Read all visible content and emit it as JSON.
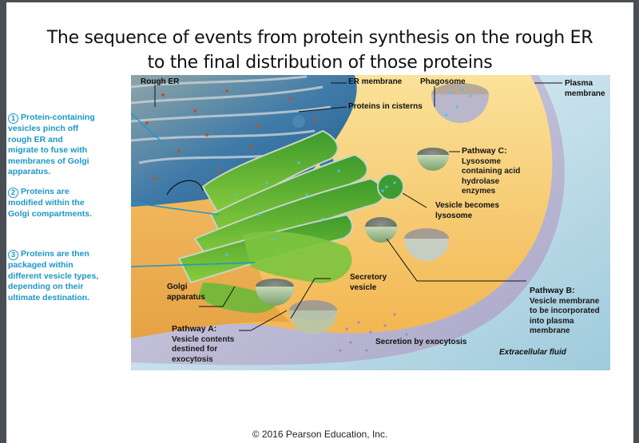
{
  "title": {
    "line1": "The sequence of events from protein synthesis on the rough ER",
    "line2": "to the final distribution of those proteins"
  },
  "steps": [
    {
      "number": "1",
      "text": "Protein-containing vesicles pinch off rough ER and migrate to fuse with membranes of Golgi apparatus.",
      "lines": [
        "Protein-containing",
        "vesicles pinch off",
        "rough ER and",
        "migrate to fuse with",
        "membranes of Golgi",
        "apparatus."
      ]
    },
    {
      "number": "2",
      "text": "Proteins are modified within the Golgi compartments.",
      "lines": [
        "Proteins are",
        "modified within the",
        "Golgi compartments."
      ]
    },
    {
      "number": "3",
      "text": "Proteins are then packaged within different vesicle types, depending on their ultimate destination.",
      "lines": [
        "Proteins are then",
        "packaged within",
        "different vesicle types,",
        "depending on their",
        "ultimate destination."
      ]
    }
  ],
  "labels": {
    "rough_er": "Rough ER",
    "er_membrane": "ER membrane",
    "proteins_in_cisterns": "Proteins in cisterns",
    "phagosome": "Phagosome",
    "plasma_membrane": [
      "Plasma",
      "membrane"
    ],
    "pathway_c": {
      "head": "Pathway C:",
      "lines": [
        "Lysosome",
        "containing acid",
        "hydrolase",
        "enzymes"
      ]
    },
    "vesicle_becomes_lysosome": [
      "Vesicle becomes",
      "lysosome"
    ],
    "secretory_vesicle": [
      "Secretory",
      "vesicle"
    ],
    "golgi_apparatus": [
      "Golgi",
      "apparatus"
    ],
    "pathway_b": {
      "head": "Pathway B:",
      "lines": [
        "Vesicle membrane",
        "to be incorporated",
        "into plasma",
        "membrane"
      ]
    },
    "pathway_a": {
      "head": "Pathway A:",
      "lines": [
        "Vesicle contents",
        "destined for",
        "exocytosis"
      ]
    },
    "secretion": "Secretion by exocytosis",
    "extracellular_fluid": "Extracellular fluid"
  },
  "colors": {
    "step_blue": "#1a97c7",
    "cytoplasm": "#f7c65a",
    "er_blue": "#2f6f9e",
    "golgi_green": "#4fa52e",
    "extracellular": "#a9d3e0"
  },
  "copyright": "© 2016 Pearson Education, Inc."
}
